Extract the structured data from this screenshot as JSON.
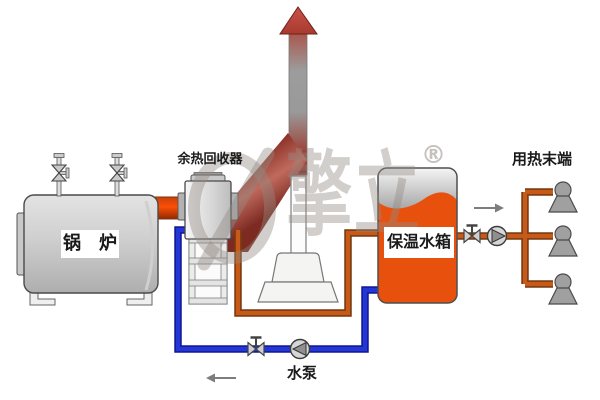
{
  "labels": {
    "boiler": "锅　炉",
    "heat_recovery": "余热回收器",
    "storage_tank": "保温水箱",
    "heat_terminals": "用热末端",
    "water_pump": "水泵"
  },
  "watermark": {
    "brand": "擎立",
    "registered_mark": "®"
  },
  "icons": {
    "chimney_arrow": "up-arrow-flue",
    "supply_flow_arrow": "→",
    "return_flow_arrow": "←",
    "valve": "bowtie-valve",
    "pump": "circle-triangle-pump",
    "terminal_unit": "fan-coil-symbol"
  },
  "colors": {
    "hot_water_pipe": "#c65a18",
    "return_water_pipe": "#2336d6",
    "tank_body": "#e8500e",
    "flue_duct_red": "#9c362c",
    "boiler_duct_hot": "#fb4e06",
    "equipment_gray": "#c9c9c9",
    "label_text": "#1a1a1a"
  }
}
